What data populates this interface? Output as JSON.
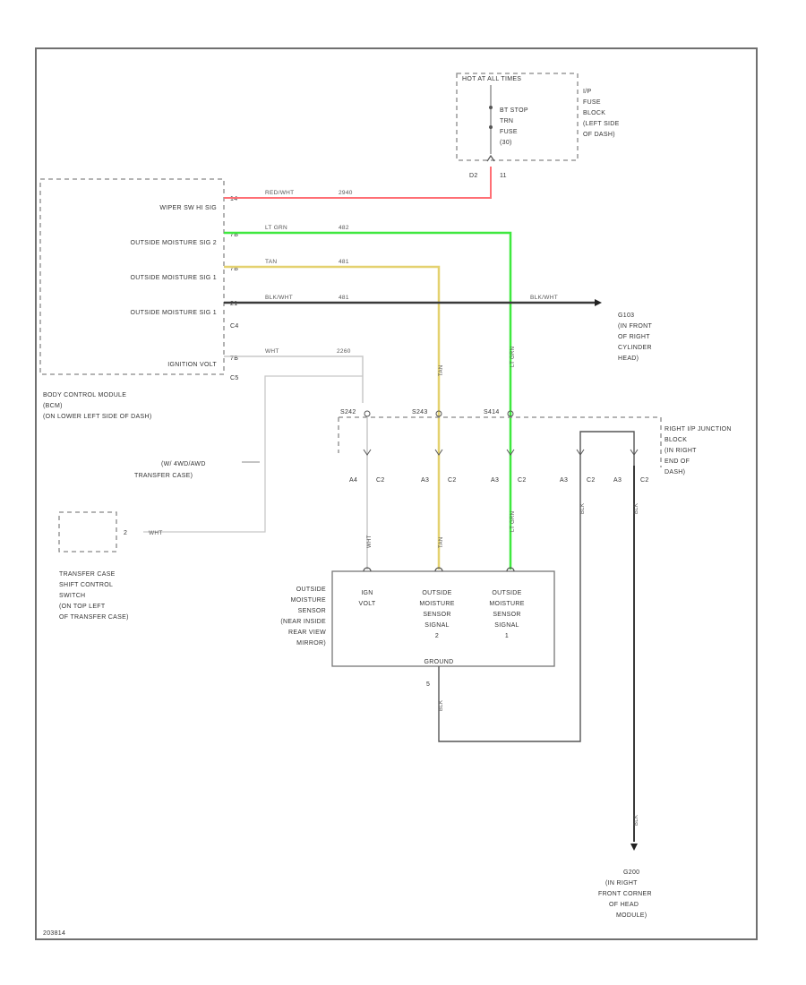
{
  "colors": {
    "red_wire": "#ff6f75",
    "green_wire": "#3ee83e",
    "yellow_wire": "#e4d16f",
    "black_wire": "#3a3a3a",
    "white_wire": "#c8c8c8",
    "border": "#707070"
  },
  "fuse_block": {
    "header": "HOT AT ALL TIMES",
    "fuse_label": [
      "BT STOP",
      "TRN",
      "FUSE",
      "(30)"
    ],
    "location": [
      "I/P",
      "FUSE",
      "BLOCK",
      "(LEFT SIDE",
      "OF DASH)"
    ],
    "pin_left": "D2",
    "pin_right": "11"
  },
  "bcm": {
    "signals": [
      "WIPER SW HI SIG",
      "OUTSIDE MOISTURE SIG 2",
      "OUTSIDE MOISTURE SIG 1",
      "OUTSIDE MOISTURE SIG 1",
      "IGNITION VOLT"
    ],
    "pins": [
      "14",
      "7B",
      "7B",
      "21",
      "7B"
    ],
    "connectors": [
      "C4",
      "C5"
    ],
    "location": [
      "BODY CONTROL MODULE",
      "(BCM)",
      "(ON LOWER LEFT SIDE OF DASH)"
    ]
  },
  "wires": {
    "red": {
      "color": "RED/WHT",
      "circuit": "2940"
    },
    "green": {
      "color": "LT GRN",
      "circuit": "482",
      "vertical": "LT GRN"
    },
    "yellow": {
      "color": "TAN",
      "circuit": "481",
      "vertical": "TAN"
    },
    "black": {
      "color": "BLK/WHT",
      "circuit": "481",
      "color_right": "BLK/WHT"
    },
    "white": {
      "color": "WHT",
      "circuit": "2260",
      "vertical": "WHT"
    }
  },
  "ground_g103": {
    "id": "G103",
    "location": [
      "(IN FRONT",
      "OF RIGHT",
      "CYLINDER",
      "HEAD)"
    ]
  },
  "junction_block": {
    "splices": [
      "S242",
      "S243",
      "S414"
    ],
    "pins": [
      {
        "pin": "A4",
        "conn": "C2"
      },
      {
        "pin": "A3",
        "conn": "C2"
      },
      {
        "pin": "A3",
        "conn": "C2"
      },
      {
        "pin": "A3",
        "conn": "C2"
      },
      {
        "pin": "A3",
        "conn": "C2"
      }
    ],
    "location": [
      "RIGHT I/P JUNCTION",
      "BLOCK",
      "(IN RIGHT",
      "END OF",
      "DASH)"
    ]
  },
  "transfer_case": {
    "note": [
      "(W/ 4WD/AWD",
      "TRANSFER CASE)"
    ],
    "pin": "2",
    "wire": "WHT",
    "location": [
      "TRANSFER CASE",
      "SHIFT CONTROL",
      "SWITCH",
      "(ON TOP LEFT",
      "OF TRANSFER CASE)"
    ]
  },
  "sensor": {
    "location": [
      "OUTSIDE",
      "MOISTURE",
      "SENSOR",
      "(NEAR INSIDE",
      "REAR VIEW",
      "MIRROR)"
    ],
    "cells": [
      [
        "IGN",
        "VOLT"
      ],
      [
        "OUTSIDE",
        "MOISTURE",
        "SENSOR",
        "SIGNAL",
        "2"
      ],
      [
        "OUTSIDE",
        "MOISTURE",
        "SENSOR",
        "SIGNAL",
        "1"
      ]
    ],
    "ground_label": "GROUND",
    "ground_pin": "5",
    "ground_wire": "BLK"
  },
  "right_wires": {
    "left": "BLK",
    "right": "BLK",
    "bottom": "BLK"
  },
  "ground_g200": {
    "id": "G200",
    "location": [
      "(IN RIGHT",
      "FRONT CORNER",
      "OF HEAD",
      "MODULE)"
    ]
  },
  "figure_id": "203814"
}
